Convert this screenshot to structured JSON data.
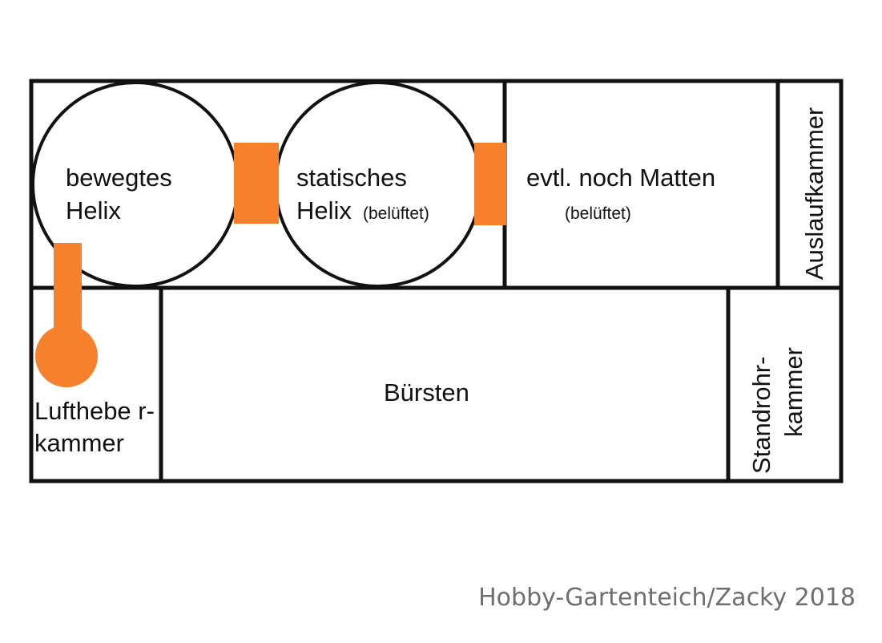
{
  "colors": {
    "accent": "#f6802b",
    "line": "#111111",
    "credit": "#6e6e6e"
  },
  "chambers": {
    "moving_helix": {
      "line1": "bewegtes",
      "line2": "Helix"
    },
    "static_helix": {
      "line1": "statisches",
      "line2": "Helix",
      "note": "(belüftet)"
    },
    "mats": {
      "line1": "evtl. noch Matten",
      "note": "(belüftet)"
    },
    "outlet": {
      "label": "Auslaufkammer"
    },
    "airlift": {
      "line1": "Lufthebe r-",
      "line2": "kammer"
    },
    "brushes": {
      "label": "Bürsten"
    },
    "standpipe": {
      "line1": "Standrohr-",
      "line2": "kammer"
    }
  },
  "credit": "Hobby-Gartenteich/Zacky 2018"
}
